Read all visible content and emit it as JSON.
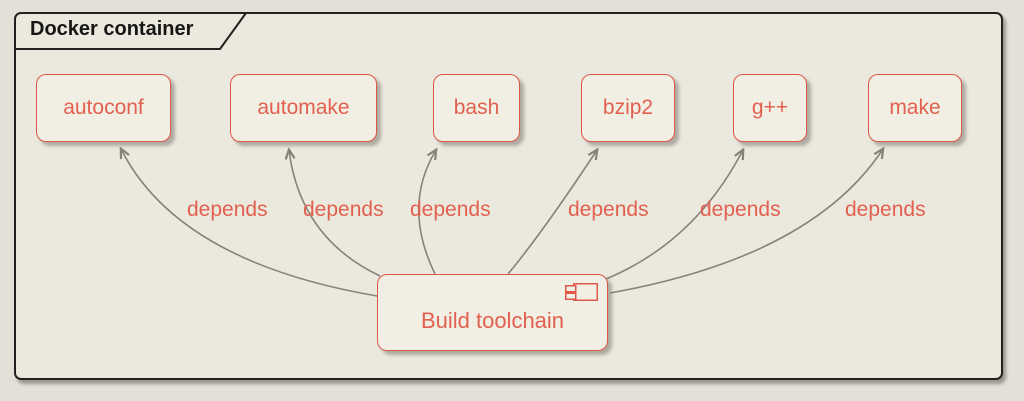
{
  "diagram": {
    "type": "uml-component-diagram",
    "package": {
      "title": "Docker container"
    },
    "nodes": [
      {
        "id": "autoconf",
        "label": "autoconf"
      },
      {
        "id": "automake",
        "label": "automake"
      },
      {
        "id": "bash",
        "label": "bash"
      },
      {
        "id": "bzip2",
        "label": "bzip2"
      },
      {
        "id": "gpp",
        "label": "g++"
      },
      {
        "id": "make",
        "label": "make"
      }
    ],
    "component": {
      "label": "Build toolchain",
      "icon": "uml-component-icon"
    },
    "edges": [
      {
        "from": "Build toolchain",
        "to": "autoconf",
        "label": "depends"
      },
      {
        "from": "Build toolchain",
        "to": "automake",
        "label": "depends"
      },
      {
        "from": "Build toolchain",
        "to": "bash",
        "label": "depends"
      },
      {
        "from": "Build toolchain",
        "to": "bzip2",
        "label": "depends"
      },
      {
        "from": "Build toolchain",
        "to": "g++",
        "label": "depends"
      },
      {
        "from": "Build toolchain",
        "to": "make",
        "label": "depends"
      }
    ],
    "colors": {
      "page_background": "#e3e1d7",
      "package_fill": "#ebe8de",
      "package_border": "#21211f",
      "node_fill": "#f1eee4",
      "node_border": "#de5847",
      "node_text": "#e2604f",
      "arrow": "#87837a",
      "title_text": "#161614"
    }
  }
}
